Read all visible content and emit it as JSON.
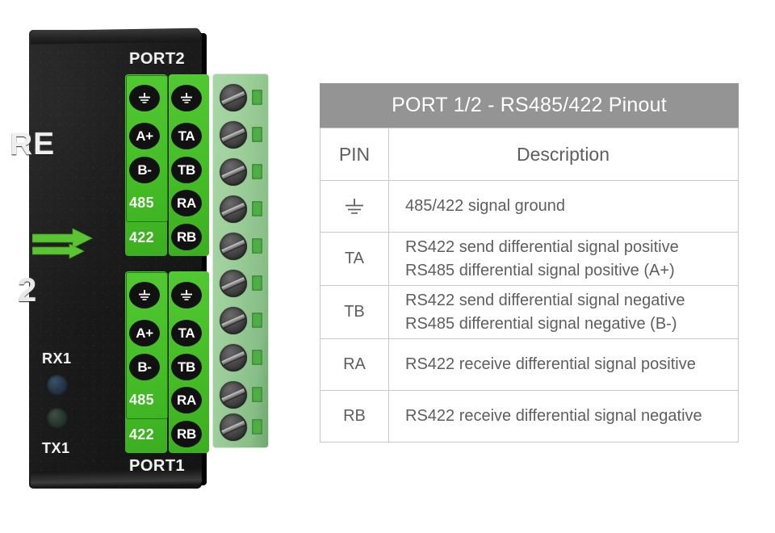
{
  "device": {
    "brand_text_visible": "RE",
    "model_text_visible": "2",
    "port_top_label": "PORT2",
    "port_bottom_label": "PORT1",
    "led_labels": {
      "rx": "RX1",
      "tx": "TX1"
    },
    "logo_icon": "double-right-arrow-icon",
    "colors": {
      "body": "#1a1a1a",
      "sticker_green": "#48c029",
      "terminal_green": "#9fd09c",
      "logo_green": "#5bc334",
      "rx_led": "#2d3f52",
      "tx_led": "#33443a"
    },
    "sticker_ports": [
      {
        "name": "PORT2",
        "left_column": [
          {
            "label": "",
            "icon": "ground-icon"
          },
          {
            "label": "A+",
            "icon": ""
          },
          {
            "label": "B-",
            "icon": ""
          }
        ],
        "left_group_485": "485",
        "left_group_422": "422",
        "right_column": [
          {
            "label": "",
            "icon": "ground-icon"
          },
          {
            "label": "TA",
            "icon": ""
          },
          {
            "label": "TB",
            "icon": ""
          },
          {
            "label": "RA",
            "icon": ""
          },
          {
            "label": "RB",
            "icon": ""
          }
        ]
      },
      {
        "name": "PORT1",
        "left_column": [
          {
            "label": "",
            "icon": "ground-icon"
          },
          {
            "label": "A+",
            "icon": ""
          },
          {
            "label": "B-",
            "icon": ""
          }
        ],
        "left_group_485": "485",
        "left_group_422": "422",
        "right_column": [
          {
            "label": "",
            "icon": "ground-icon"
          },
          {
            "label": "TA",
            "icon": ""
          },
          {
            "label": "TB",
            "icon": ""
          },
          {
            "label": "RA",
            "icon": ""
          },
          {
            "label": "RB",
            "icon": ""
          }
        ]
      }
    ],
    "terminal_block": {
      "screw_count": 10,
      "screw_icon": "slotted-screw-icon"
    }
  },
  "table": {
    "title": "PORT 1/2 - RS485/422 Pinout",
    "header_bg": "#949494",
    "columns": [
      "PIN",
      "Description"
    ],
    "rows": [
      {
        "pin": "",
        "pin_icon": "ground-icon",
        "lines": [
          "485/422 signal ground"
        ]
      },
      {
        "pin": "TA",
        "pin_icon": "",
        "lines": [
          "RS422 send differential signal positive",
          "RS485 differential signal positive (A+)"
        ]
      },
      {
        "pin": "TB",
        "pin_icon": "",
        "lines": [
          "RS422 send differential signal negative",
          "RS485 differential signal negative (B-)"
        ]
      },
      {
        "pin": "RA",
        "pin_icon": "",
        "lines": [
          "RS422 receive differential signal positive"
        ]
      },
      {
        "pin": "RB",
        "pin_icon": "",
        "lines": [
          "RS422 receive differential signal negative"
        ]
      }
    ]
  }
}
